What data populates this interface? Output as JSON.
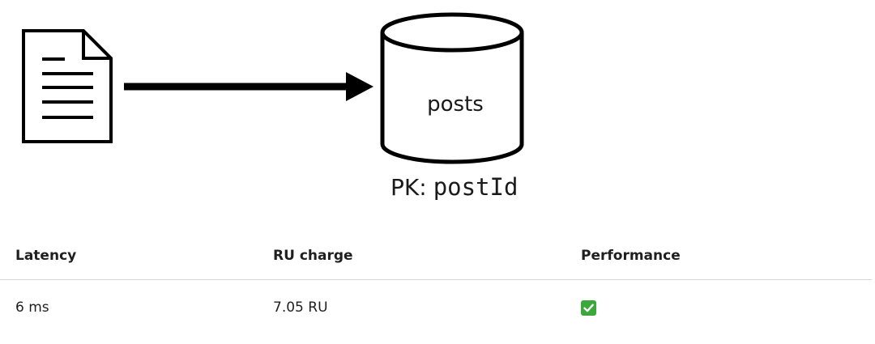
{
  "diagram": {
    "container_label": "posts",
    "partition_key_prefix": "PK:",
    "partition_key_value": "postId",
    "icons": [
      "document-icon",
      "arrow-right-icon",
      "database-cylinder-icon"
    ]
  },
  "table": {
    "headers": [
      "Latency",
      "RU charge",
      "Performance"
    ],
    "rows": [
      {
        "latency": "6 ms",
        "ru_charge": "7.05 RU",
        "performance_icon": "check-mark-button-icon"
      }
    ]
  },
  "colors": {
    "stroke": "#000000",
    "divider": "#d6d6d6",
    "check_green": "#3aa83a"
  }
}
